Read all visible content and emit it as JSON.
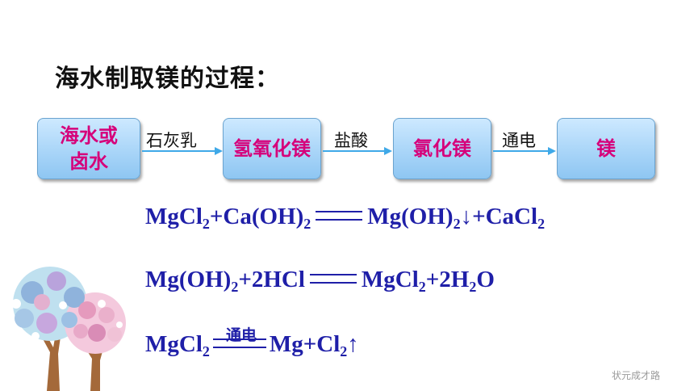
{
  "title": "海水制取镁的过程：",
  "flow": {
    "boxes": [
      "海水或\n卤水",
      "氢氧化镁",
      "氯化镁",
      "镁"
    ],
    "arrows": [
      "石灰乳",
      "盐酸",
      "通电"
    ]
  },
  "equations": {
    "eq1": {
      "left": [
        "MgCl",
        "2",
        "+Ca(OH)",
        "2"
      ],
      "right": [
        "Mg(OH)",
        "2",
        "↓+CaCl",
        "2"
      ]
    },
    "eq2": {
      "left": [
        "Mg(OH)",
        "2",
        "+2HCl"
      ],
      "right": [
        "MgCl",
        "2",
        "+2H",
        "2",
        "O"
      ]
    },
    "eq3": {
      "left": [
        "MgCl",
        "2"
      ],
      "condition": "通电",
      "right": [
        "Mg+Cl",
        "2",
        "↑"
      ]
    }
  },
  "watermark": "状元成才路",
  "colors": {
    "box_text": "#d6007a",
    "equation": "#1f1fa8",
    "arrow": "#3fa9e8"
  }
}
